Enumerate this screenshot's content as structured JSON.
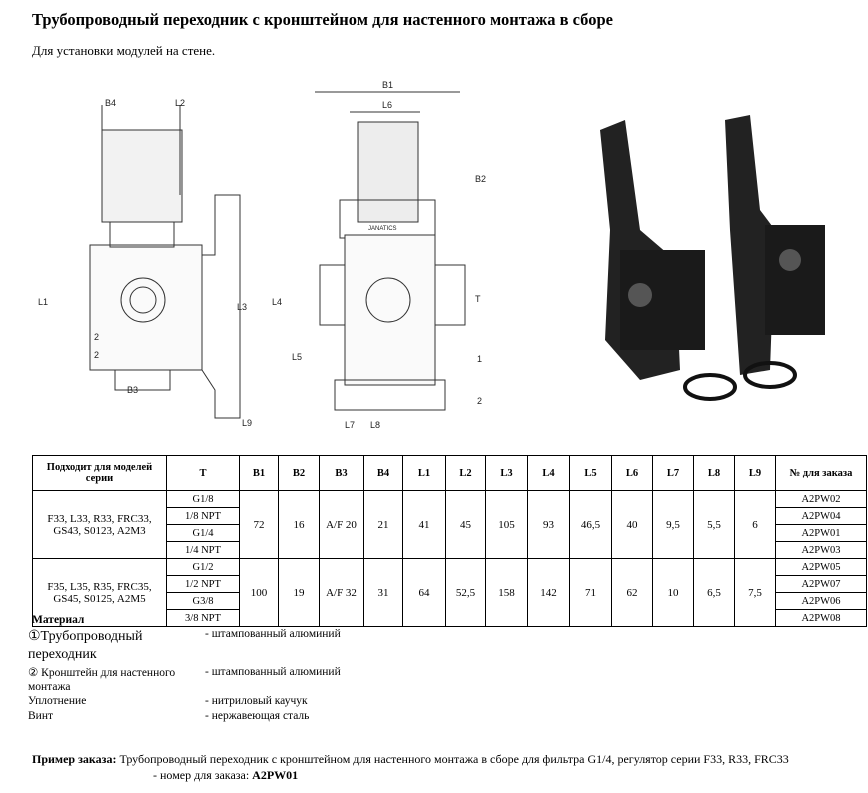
{
  "title": "Трубопроводный переходник с кронштейном для настенного монтажа в сборе",
  "subtitle": "Для установки модулей на стене.",
  "drawing": {
    "side_labels": [
      "B4",
      "L2",
      "L1",
      "L3",
      "B3",
      "L9",
      "2",
      "2"
    ],
    "front_labels": [
      "B1",
      "L6",
      "B2",
      "T",
      "L4",
      "L5",
      "L7",
      "L8",
      "1",
      "2"
    ],
    "brand": "JANATICS"
  },
  "table": {
    "headers": [
      "Подходит для моделей серии",
      "T",
      "B1",
      "B2",
      "B3",
      "B4",
      "L1",
      "L2",
      "L3",
      "L4",
      "L5",
      "L6",
      "L7",
      "L8",
      "L9",
      "№ для заказа"
    ],
    "groups": [
      {
        "models": "F33, L33, R33, FRC33, GS43, S0123, A2M3",
        "threads": [
          "G1/8",
          "1/8 NPT",
          "G1/4",
          "1/4 NPT"
        ],
        "values": [
          "72",
          "16",
          "A/F 20",
          "21",
          "41",
          "45",
          "105",
          "93",
          "46,5",
          "40",
          "9,5",
          "5,5",
          "6"
        ],
        "orders": [
          "A2PW02",
          "A2PW04",
          "A2PW01",
          "A2PW03"
        ]
      },
      {
        "models": "F35, L35, R35, FRC35, GS45, S0125, A2M5",
        "threads": [
          "G1/2",
          "1/2 NPT",
          "G3/8",
          "3/8 NPT"
        ],
        "values": [
          "100",
          "19",
          "A/F 32",
          "31",
          "64",
          "52,5",
          "158",
          "142",
          "71",
          "62",
          "10",
          "6,5",
          "7,5"
        ],
        "orders": [
          "A2PW05",
          "A2PW07",
          "A2PW06",
          "A2PW08"
        ]
      }
    ]
  },
  "material": {
    "heading": "Материал",
    "rows": [
      {
        "name": "①Трубопроводный переходник",
        "value": "- штампованный алюминий"
      },
      {
        "name": "② Кронштейн для настенного монтажа",
        "value": "- штампованный алюминий"
      },
      {
        "name": "Уплотнение",
        "value": "- нитриловый каучук"
      },
      {
        "name": "Винт",
        "value": "- нержавеющая сталь"
      }
    ]
  },
  "example": {
    "label": "Пример заказа:",
    "text": "Трубопроводный переходник с кронштейном для настенного монтажа в сборе для фильтра G1/4, регулятор серии F33, R33, FRC33",
    "order_prefix": "- номер для заказа:",
    "order_code": "A2PW01"
  }
}
